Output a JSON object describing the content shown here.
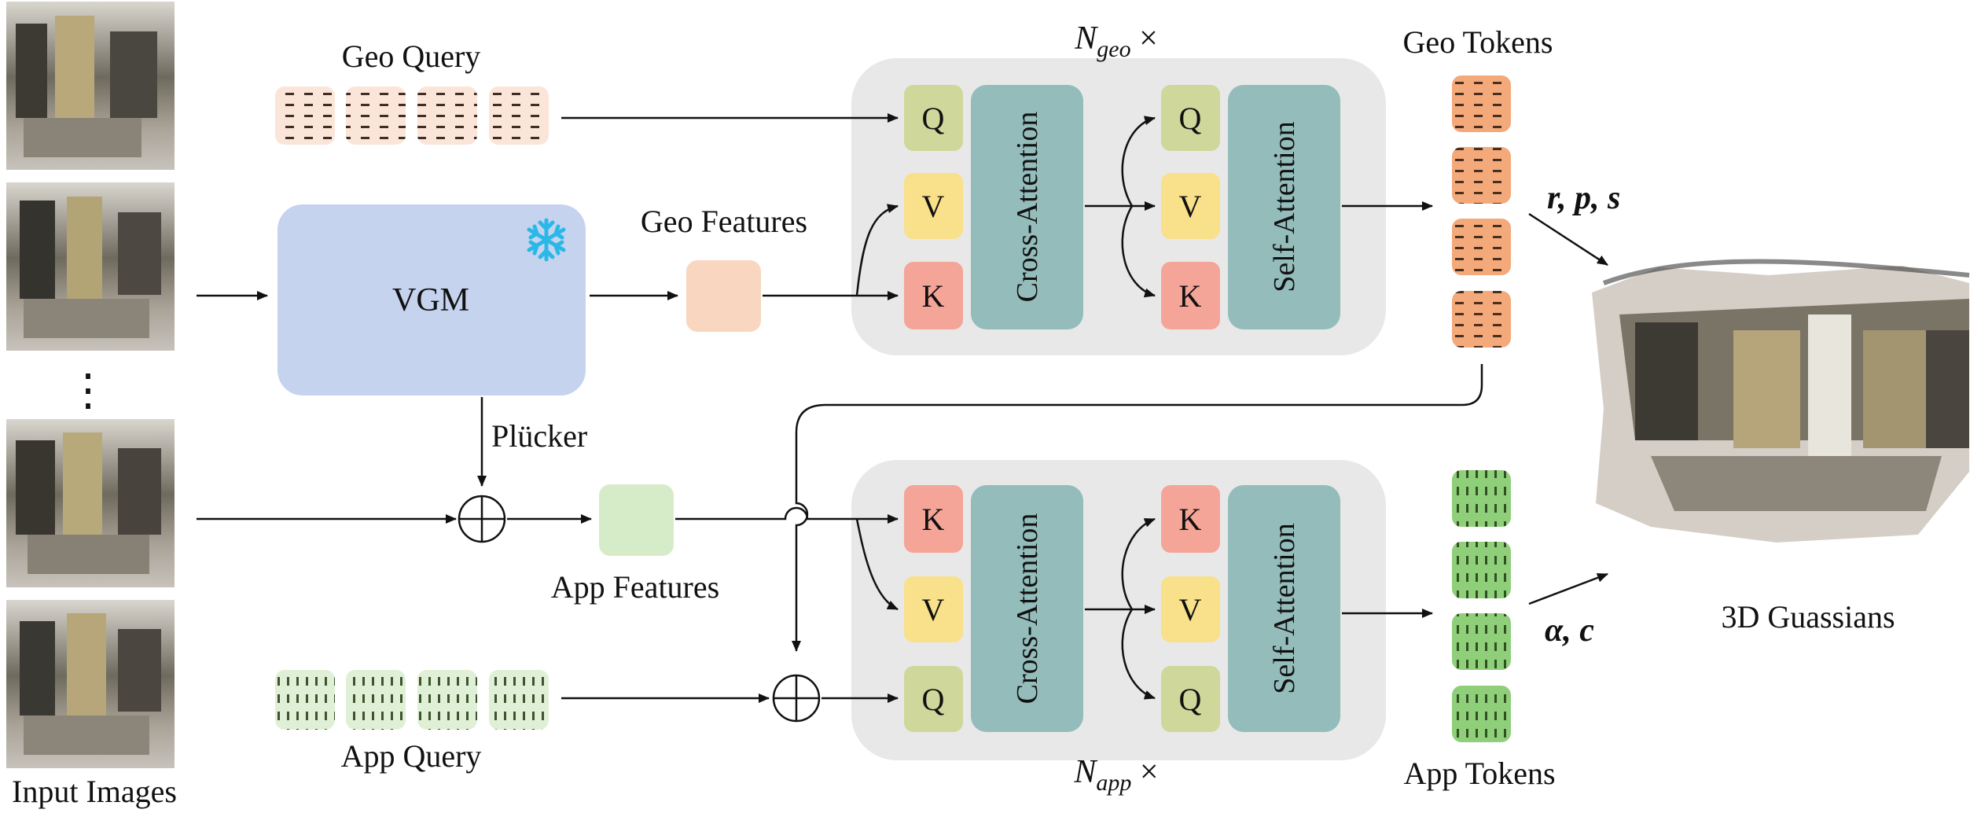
{
  "labels": {
    "input_images": "Input Images",
    "geo_query": "Geo Query",
    "app_query": "App Query",
    "vgm": "VGM",
    "geo_features": "Geo Features",
    "app_features": "App Features",
    "plucker": "Plücker",
    "geo_tokens": "Geo Tokens",
    "app_tokens": "App Tokens",
    "output": "3D Guassians",
    "n_geo": "N",
    "n_geo_sub": "geo",
    "n_app": "N",
    "n_app_sub": "app",
    "times": " ×",
    "ellipsis": "⋮",
    "geo_outputs": "r, p, s",
    "app_outputs": "α, c"
  },
  "blocks": {
    "cross_attention": "Cross-Attention",
    "self_attention": "Self-Attention",
    "q": "Q",
    "k": "K",
    "v": "V"
  },
  "colors": {
    "vgm": "#c5d3ee",
    "snowflake": "#29b8e8",
    "geo_feature": "#f9d6c0",
    "app_feature": "#d6ecc9",
    "geo_token": "#f3a979",
    "geo_query": "#fbe5d9",
    "app_token": "#8fcf7a",
    "app_query": "#e0f0d6",
    "attention": "#93bcbb",
    "q": "#cfd79b",
    "k": "#f4a597",
    "v": "#f9e08a",
    "panel": "#e8e8e8"
  }
}
